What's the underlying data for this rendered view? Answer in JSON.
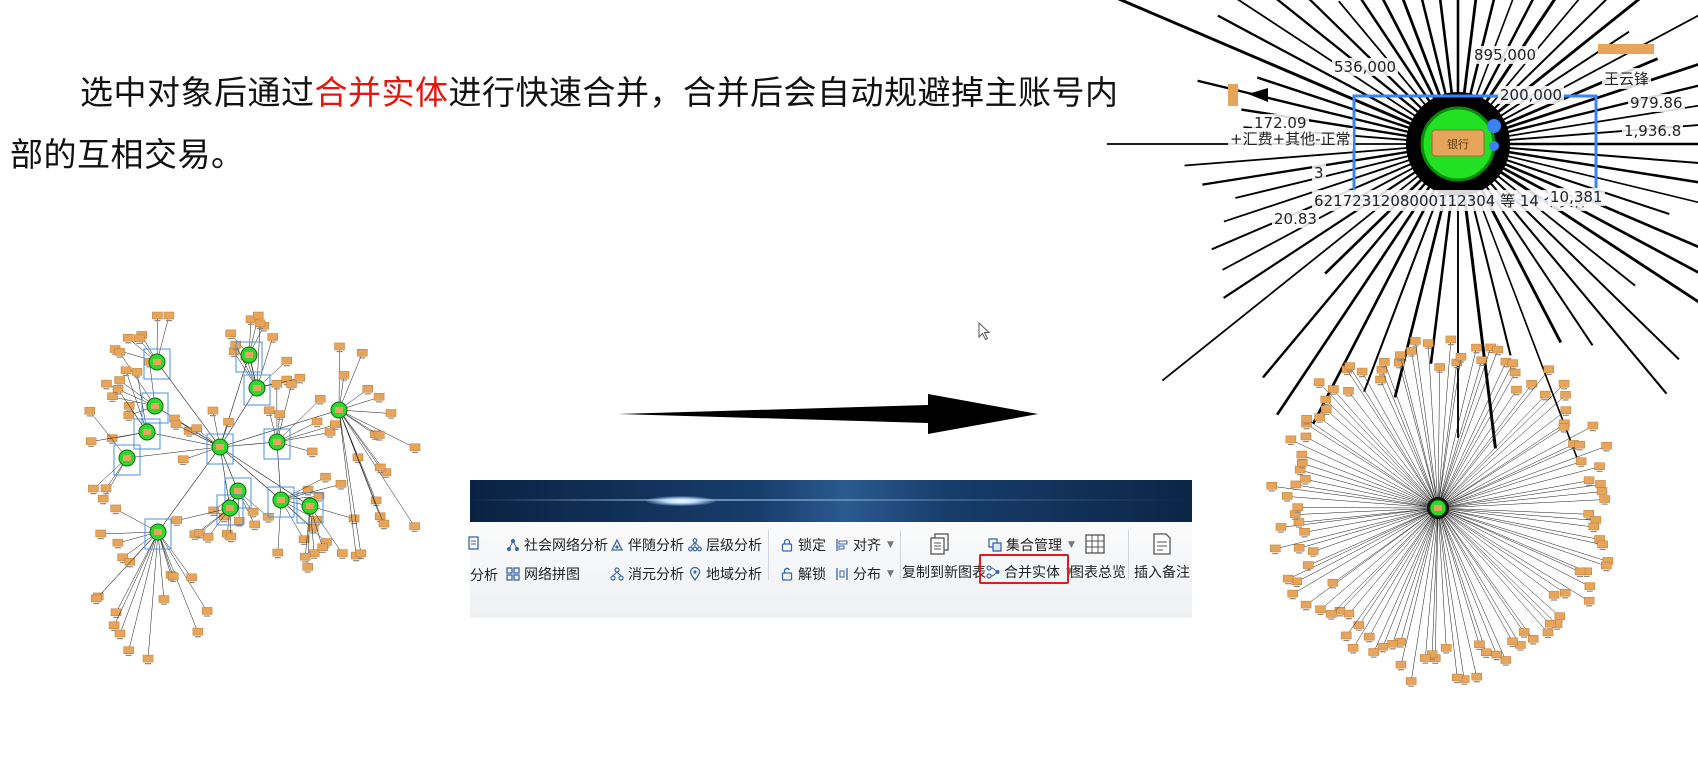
{
  "intro": {
    "before": "选中对象后通过",
    "highlight": "合并实体",
    "after_line1": "进行快速合并，合并后会自动规避掉主账号内",
    "line2": "部的互相交易。",
    "highlight_color": "#e8140c"
  },
  "zoom_inset": {
    "labels": [
      "536,000",
      "895,000",
      "200,000",
      "王云锋",
      "979.86",
      "172.09",
      "+汇费+其他-正常",
      "1,936.8",
      "3",
      "6217231208000112304 等 14 个实体",
      "10,381",
      "20.83"
    ],
    "node_badge": "银行",
    "selection_color": "#3b82f6",
    "node_color": "#22e022"
  },
  "ribbon": {
    "left_cut": "分析",
    "social_network": "社会网络分析",
    "companion": "伴随分析",
    "hierarchy": "层级分析",
    "network_tile": "网络拼图",
    "consumption": "消元分析",
    "region": "地域分析",
    "lock": "锁定",
    "align": "对齐",
    "unlock": "解锁",
    "distribute": "分布",
    "copy_chart": "复制到新图表",
    "collection": "集合管理",
    "merge_entity": "合并实体",
    "chart_overview": "图表总览",
    "insert_note": "插入备注",
    "highlight_border": "#e01b1b"
  },
  "graph_colors": {
    "node": "#e6a55a",
    "hub": "#2fd82f",
    "edge": "#1a1a1a",
    "select": "#4a90e2"
  }
}
